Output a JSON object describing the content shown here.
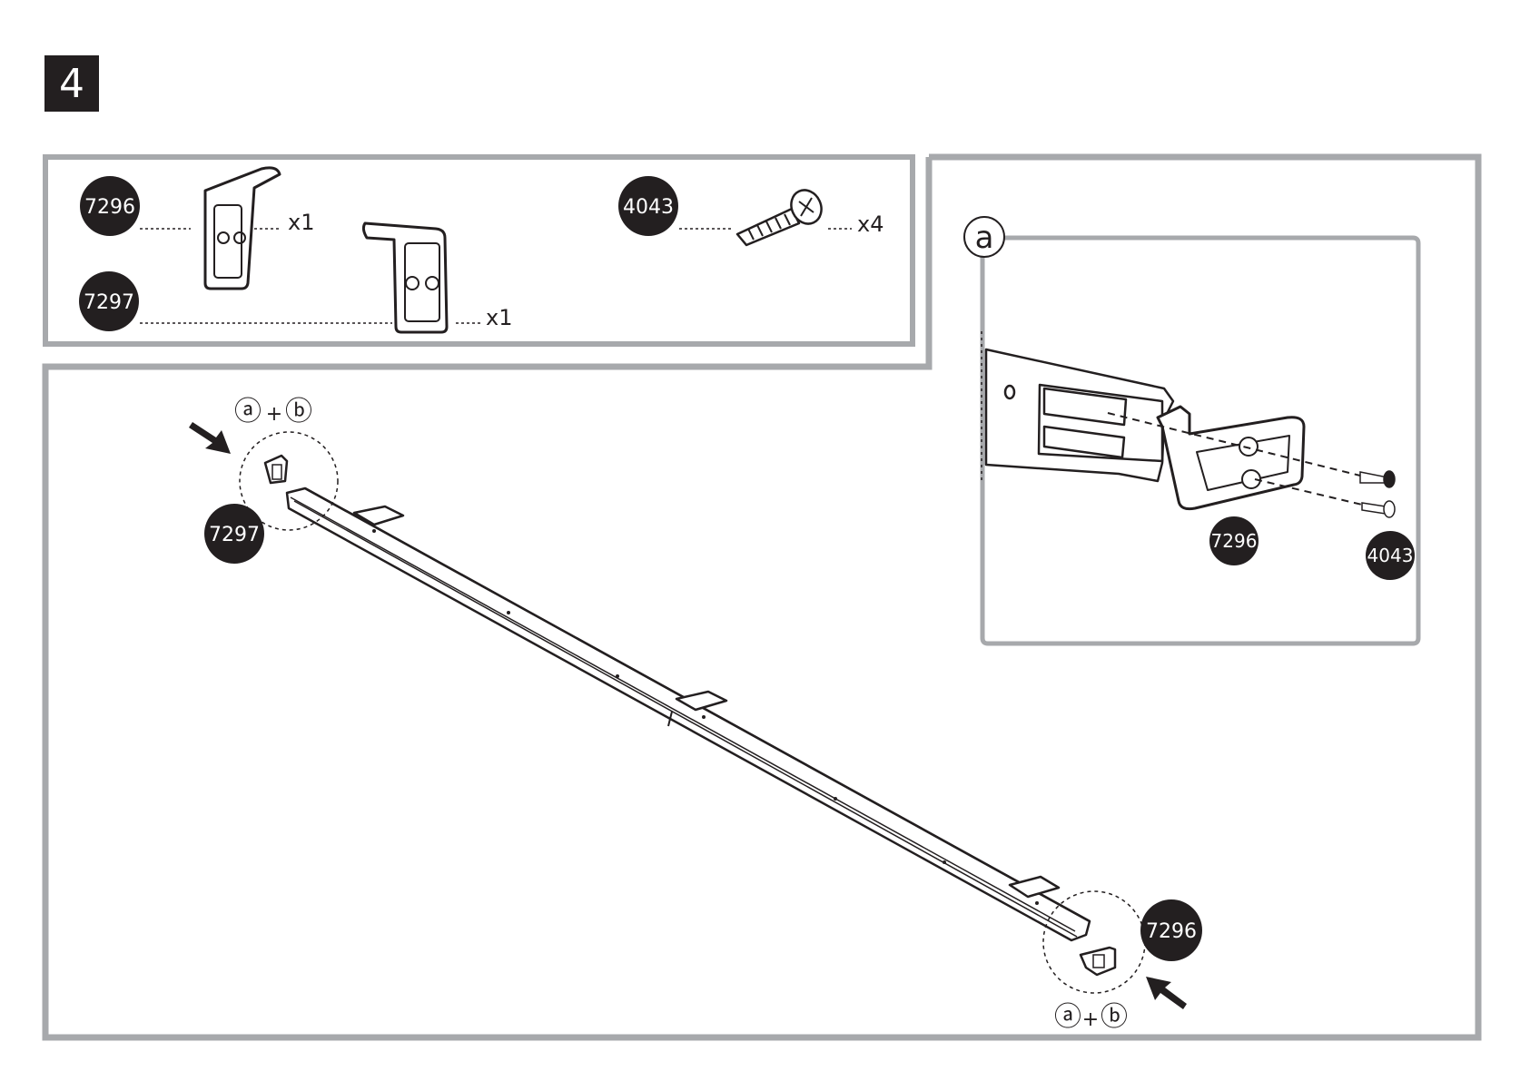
{
  "step": {
    "number": "4"
  },
  "parts_list": {
    "items": [
      {
        "code": "7296",
        "qty": "x1"
      },
      {
        "code": "7297",
        "qty": "x1"
      },
      {
        "code": "4043",
        "qty": "x4"
      }
    ]
  },
  "detail": {
    "label": "a",
    "part_labels": [
      "7296",
      "4043"
    ]
  },
  "assembly": {
    "end_left": {
      "part_code": "7297",
      "ref": [
        "ⓐ",
        "+",
        "ⓑ"
      ]
    },
    "end_right": {
      "part_code": "7296",
      "ref": [
        "ⓐ",
        "+",
        "ⓑ"
      ]
    }
  },
  "colors": {
    "badge_fill": "#231f20",
    "frame": "#a7a9ac",
    "line": "#231f20"
  }
}
